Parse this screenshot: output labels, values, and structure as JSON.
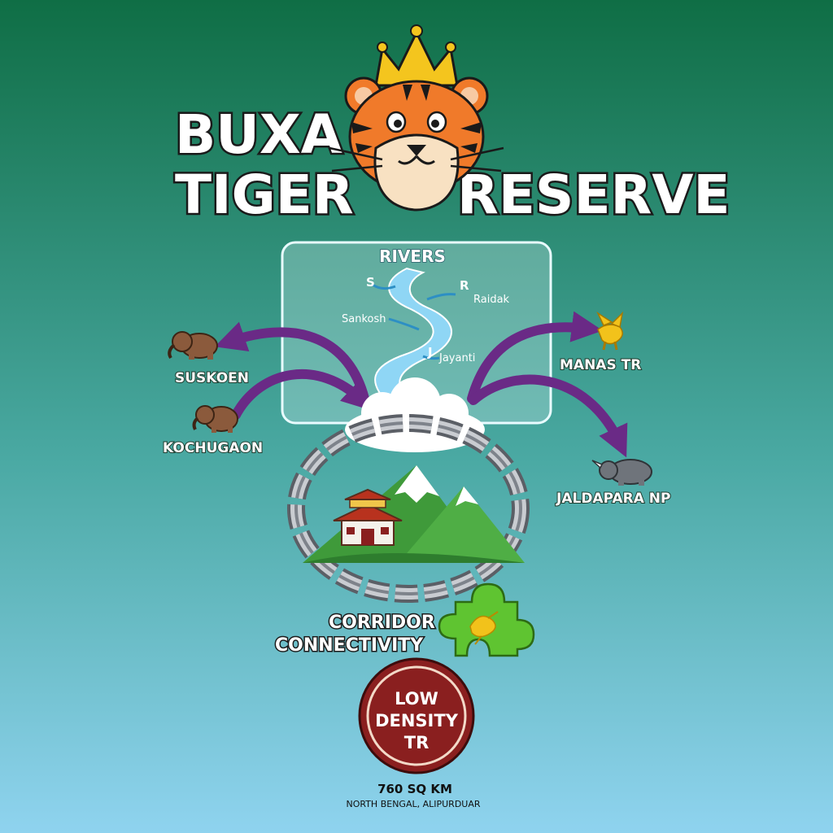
{
  "title": {
    "line1": "BUXA",
    "line2": "TIGER",
    "line3": "RESERVE"
  },
  "rivers": {
    "heading": "RIVERS",
    "labels": [
      {
        "initial": "S",
        "name": "Sankosh"
      },
      {
        "initial": "R",
        "name": "Raidak"
      },
      {
        "initial": "J",
        "name": "Jayanti"
      }
    ]
  },
  "neighbors": [
    {
      "name": "SUSKOEN",
      "icon": "elephant-icon"
    },
    {
      "name": "KOCHUGAON",
      "icon": "elephant-icon"
    },
    {
      "name": "MANAS TR",
      "icon": "winged-horse-icon"
    },
    {
      "name": "JALDAPARA NP",
      "icon": "rhino-icon"
    }
  ],
  "corridor": {
    "line1": "CORRIDOR",
    "line2": "CONNECTIVITY"
  },
  "badge": {
    "line1": "LOW",
    "line2": "DENSITY",
    "line3": "TR"
  },
  "area": "760 SQ KM",
  "location": "NORTH BENGAL, ALIPURDUAR",
  "colors": {
    "bg_top": "#0f6e45",
    "bg_bottom": "#8fd3ef",
    "arrow": "#6a2a86",
    "badge": "#8a1f1f",
    "river": "#8fd6f5",
    "mountain": "#3f9a3a",
    "puzzle": "#5fc431"
  }
}
